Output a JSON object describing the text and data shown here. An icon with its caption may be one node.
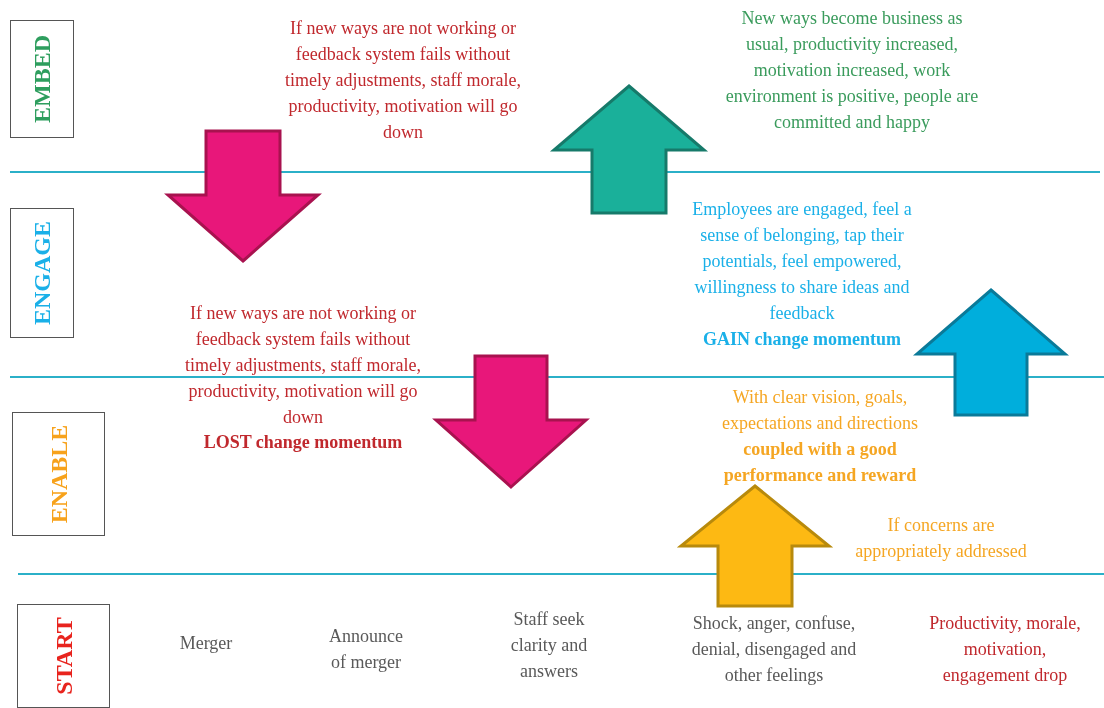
{
  "diagram": {
    "nodes": [
      {
        "text": [
          "EMBED"
        ]
      },
      {
        "text": [
          "ENGAGE"
        ]
      },
      {
        "text": [
          "ENABLE"
        ]
      },
      {
        "text": [
          "START"
        ]
      }
    ],
    "labels": [
      "If new ways are not working or feedback system fails without timely adjustments, staff morale, productivity, motivation will go down",
      "New ways become business as usual, productivity increased, motivation increased, work environment is positive, people are committed and happy",
      "Employees are engaged, feel a sense of belonging, tap their potentials, feel empowered, willingness to share ideas and feedback",
      "GAIN change momentum",
      "If new ways are not working or feedback system fails without timely adjustments, staff morale, productivity, motivation will go down",
      "LOST change momentum",
      "With clear vision, goals, expectations and directions",
      "coupled with a good performance and reward",
      "If concerns are appropriately addressed",
      "Merger",
      "Announce of merger",
      "Staff seek clarity and answers",
      "Shock, anger, confuse, denial, disengaged and other feelings",
      "Productivity, morale, motivation, engagement drop"
    ]
  }
}
